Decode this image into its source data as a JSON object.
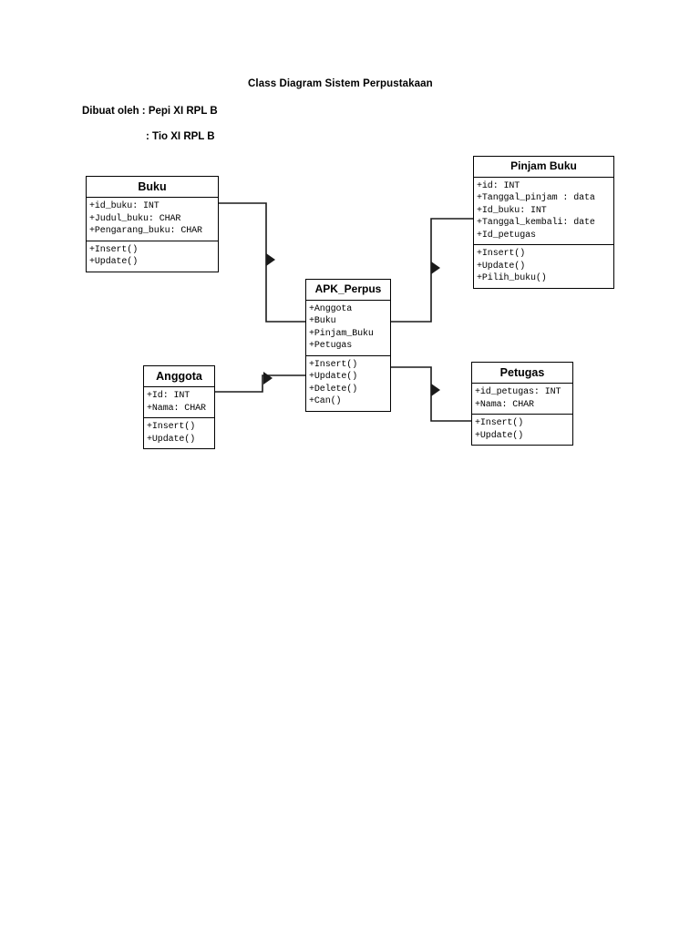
{
  "header": {
    "title": "Class Diagram Sistem Perpustakaan",
    "author_line_1": "Dibuat oleh : Pepi XI RPL B",
    "author_line_2": ": Tio XI RPL B"
  },
  "diagram": {
    "type": "uml-class-diagram",
    "background_color": "#ffffff",
    "line_color": "#1a1a1a",
    "classes": [
      {
        "id": "buku",
        "name": "Buku",
        "attributes": [
          "+id_buku: INT",
          "+Judul_buku: CHAR",
          "+Pengarang_buku: CHAR"
        ],
        "methods": [
          "+Insert()",
          "+Update()"
        ]
      },
      {
        "id": "pinjam-buku",
        "name": "Pinjam Buku",
        "attributes": [
          "+id: INT",
          "+Tanggal_pinjam : data",
          "+Id_buku: INT",
          "+Tanggal_kembali: date",
          "+Id_petugas"
        ],
        "methods": [
          "+Insert()",
          "+Update()",
          "+Pilih_buku()"
        ]
      },
      {
        "id": "apk-perpus",
        "name": "APK_Perpus",
        "attributes": [
          "+Anggota",
          "+Buku",
          "+Pinjam_Buku",
          "+Petugas"
        ],
        "methods": [
          "+Insert()",
          "+Update()",
          "+Delete()",
          "+Can()"
        ]
      },
      {
        "id": "anggota",
        "name": "Anggota",
        "attributes": [
          "+Id: INT",
          "+Nama: CHAR"
        ],
        "methods": [
          "+Insert()",
          "+Update()"
        ]
      },
      {
        "id": "petugas",
        "name": "Petugas",
        "attributes": [
          "+id_petugas: INT",
          "+Nama: CHAR"
        ],
        "methods": [
          "+Insert()",
          "+Update()"
        ]
      }
    ],
    "associations": [
      {
        "id": "buku-to-apk",
        "from": "Buku",
        "to": "APK_Perpus",
        "arrow": "solid-triangle"
      },
      {
        "id": "apk-to-pinjam",
        "from": "APK_Perpus",
        "to": "Pinjam Buku",
        "arrow": "solid-triangle"
      },
      {
        "id": "anggota-to-apk",
        "from": "Anggota",
        "to": "APK_Perpus",
        "arrow": "solid-triangle"
      },
      {
        "id": "apk-to-petugas",
        "from": "APK_Perpus",
        "to": "Petugas",
        "arrow": "solid-triangle"
      }
    ]
  }
}
